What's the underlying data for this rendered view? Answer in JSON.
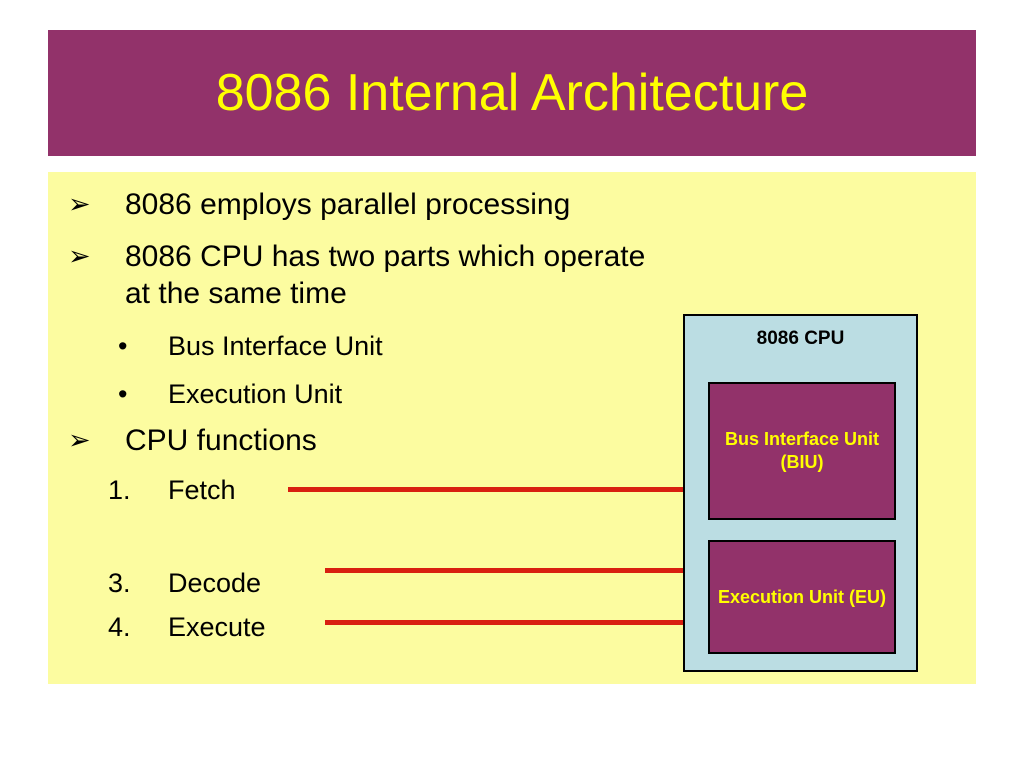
{
  "slide": {
    "title": "8086 Internal Architecture",
    "title_color": "#FFFF00",
    "title_bar_color": "#92326A",
    "body_color": "#FCFCA0",
    "arrow_color": "#D81F10"
  },
  "content": {
    "bullets": [
      {
        "marker": "➢",
        "text": "8086 employs parallel processing",
        "level": 1
      },
      {
        "marker": "➢",
        "text": "8086 CPU has two parts which operate at the same time",
        "level": 1
      },
      {
        "marker": "•",
        "text": "Bus Interface Unit",
        "level": 2
      },
      {
        "marker": "•",
        "text": "Execution Unit",
        "level": 2
      },
      {
        "marker": "➢",
        "text": "CPU functions",
        "level": 1
      },
      {
        "marker": "1.",
        "text": "Fetch",
        "level": "number"
      },
      {
        "marker": "3.",
        "text": "Decode",
        "level": "number"
      },
      {
        "marker": "4.",
        "text": "Execute",
        "level": "number"
      }
    ]
  },
  "diagram": {
    "cpu_label": "8086 CPU",
    "cpu_fill": "#BBDDE3",
    "unit_fill": "#92326A",
    "unit_text_color": "#FFFF00",
    "units": [
      {
        "label": "Bus Interface Unit (BIU)"
      },
      {
        "label": "Execution Unit (EU)"
      }
    ]
  },
  "arrows": [
    {
      "name": "fetch-arrow",
      "from_label": "Fetch"
    },
    {
      "name": "decode-arrow",
      "from_label": "Decode"
    },
    {
      "name": "execute-arrow",
      "from_label": "Execute"
    }
  ]
}
